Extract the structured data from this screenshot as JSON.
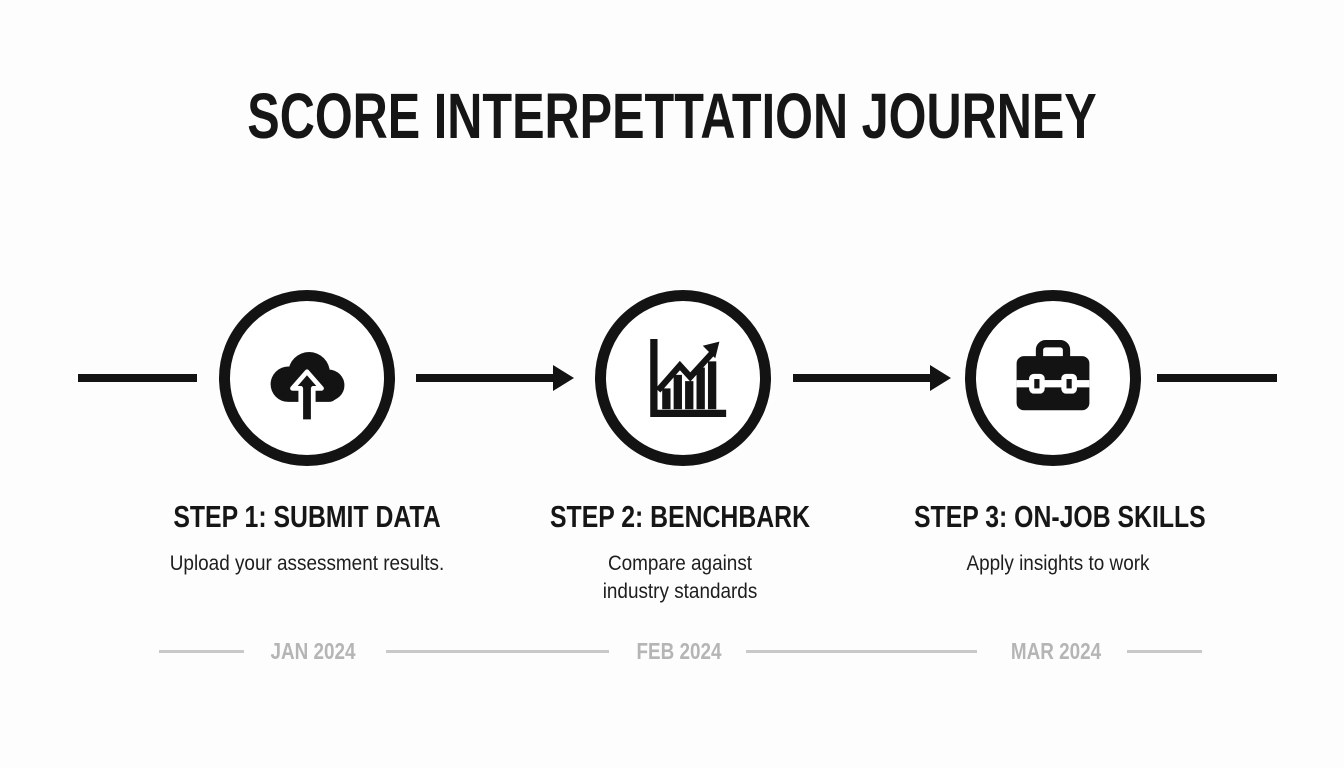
{
  "page": {
    "title": "SCORE INTERPETTATION JOURNEY",
    "background_color": "#fdfdfd",
    "ink_color": "#161616",
    "muted_color": "#b5b5b5"
  },
  "steps": [
    {
      "title": "STEP 1: SUBMIT DATA",
      "description": "Upload your assessment results.",
      "date": "JAN 2024",
      "icon": "cloud-upload-icon"
    },
    {
      "title": "STEP 2: BENCHBARK",
      "description": "Compare against industry standards",
      "date": "FEB 2024",
      "icon": "growth-chart-icon"
    },
    {
      "title": "STEP 3: ON-JOB SKILLS",
      "description": "Apply insights to work",
      "date": "MAR 2024",
      "icon": "briefcase-icon"
    }
  ]
}
